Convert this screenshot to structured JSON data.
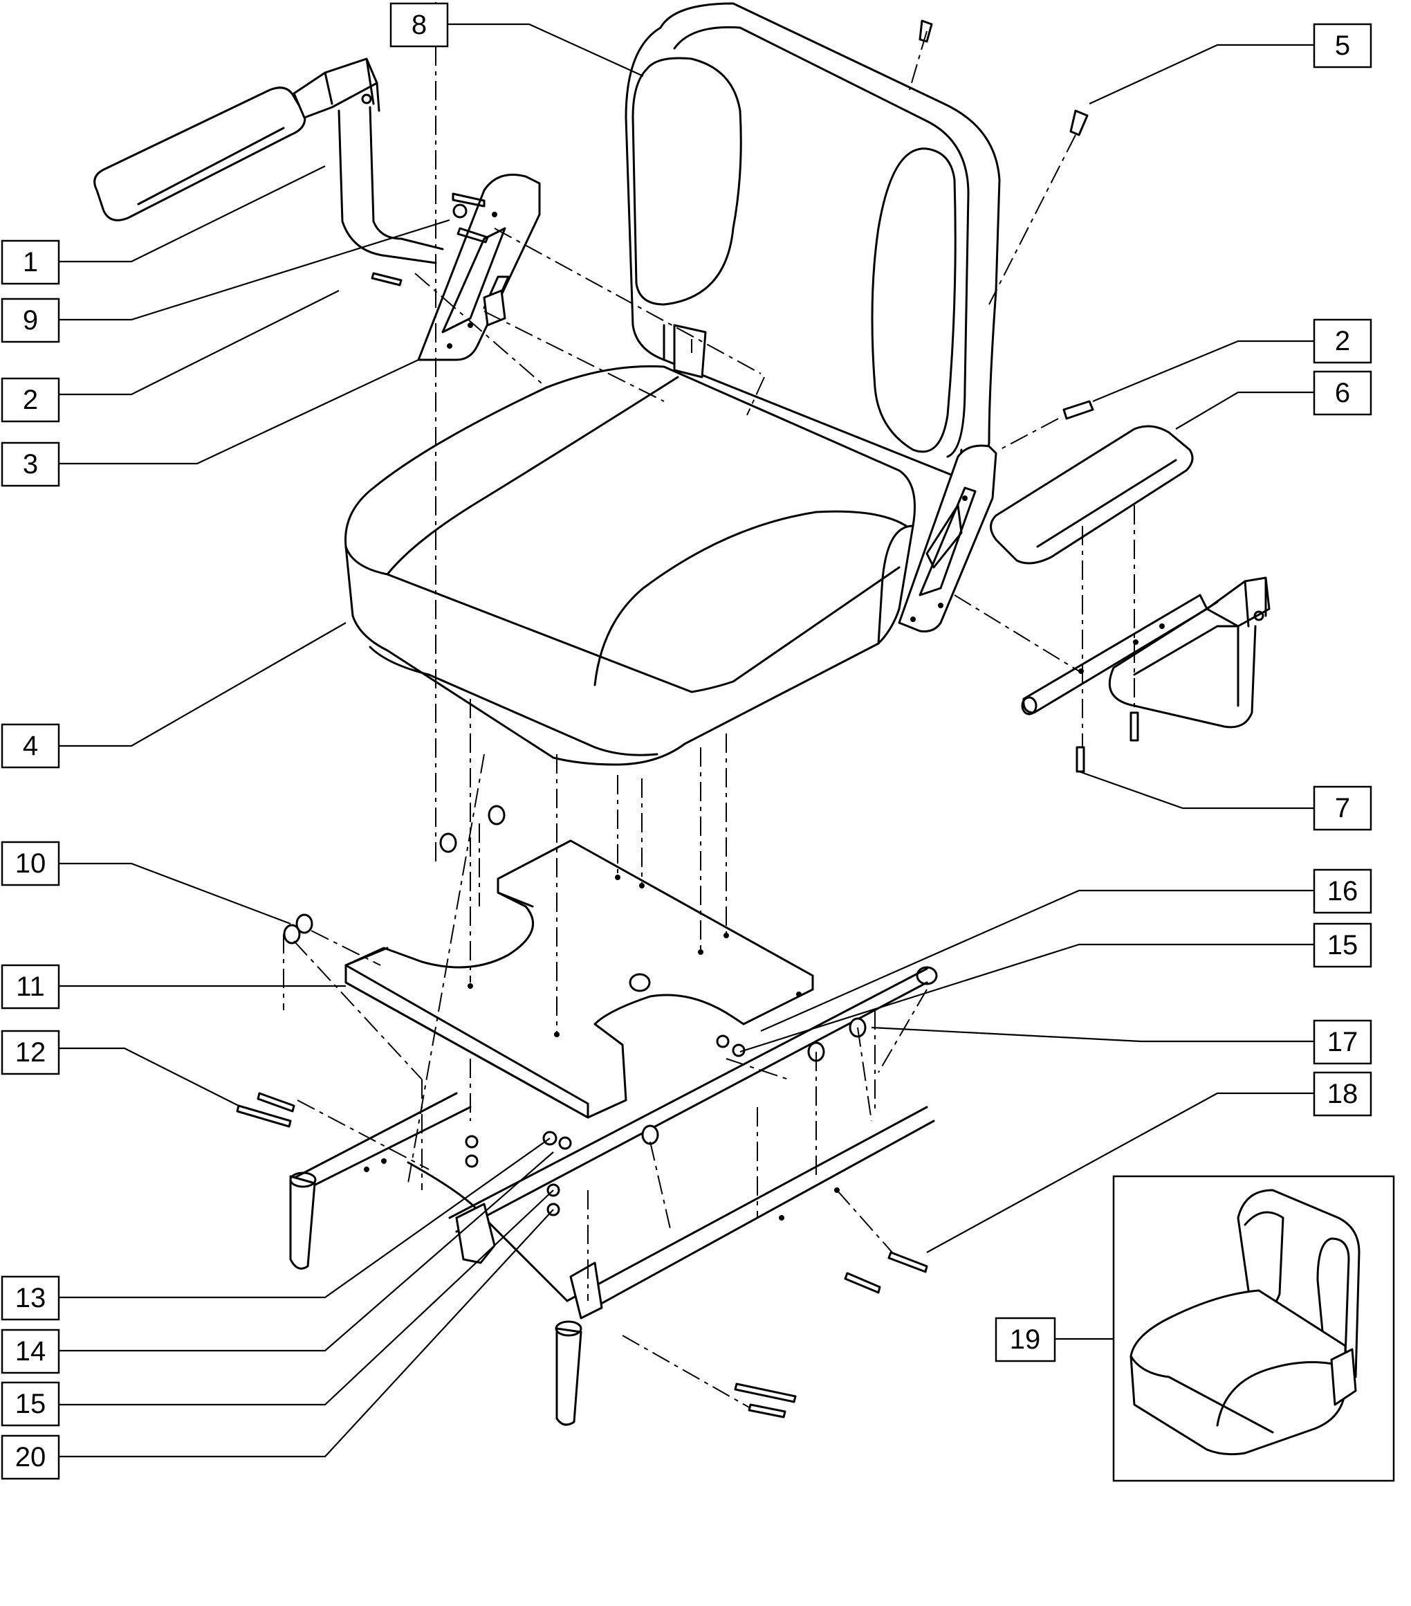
{
  "diagram": {
    "callouts": [
      {
        "id": "c1",
        "label": "1"
      },
      {
        "id": "c9",
        "label": "9"
      },
      {
        "id": "c2a",
        "label": "2"
      },
      {
        "id": "c3",
        "label": "3"
      },
      {
        "id": "c4",
        "label": "4"
      },
      {
        "id": "c10",
        "label": "10"
      },
      {
        "id": "c11",
        "label": "11"
      },
      {
        "id": "c12",
        "label": "12"
      },
      {
        "id": "c13",
        "label": "13"
      },
      {
        "id": "c14",
        "label": "14"
      },
      {
        "id": "c15a",
        "label": "15"
      },
      {
        "id": "c20",
        "label": "20"
      },
      {
        "id": "c8",
        "label": "8"
      },
      {
        "id": "c5",
        "label": "5"
      },
      {
        "id": "c2b",
        "label": "2"
      },
      {
        "id": "c6",
        "label": "6"
      },
      {
        "id": "c7",
        "label": "7"
      },
      {
        "id": "c16",
        "label": "16"
      },
      {
        "id": "c15b",
        "label": "15"
      },
      {
        "id": "c17",
        "label": "17"
      },
      {
        "id": "c18",
        "label": "18"
      },
      {
        "id": "c19",
        "label": "19"
      }
    ]
  }
}
